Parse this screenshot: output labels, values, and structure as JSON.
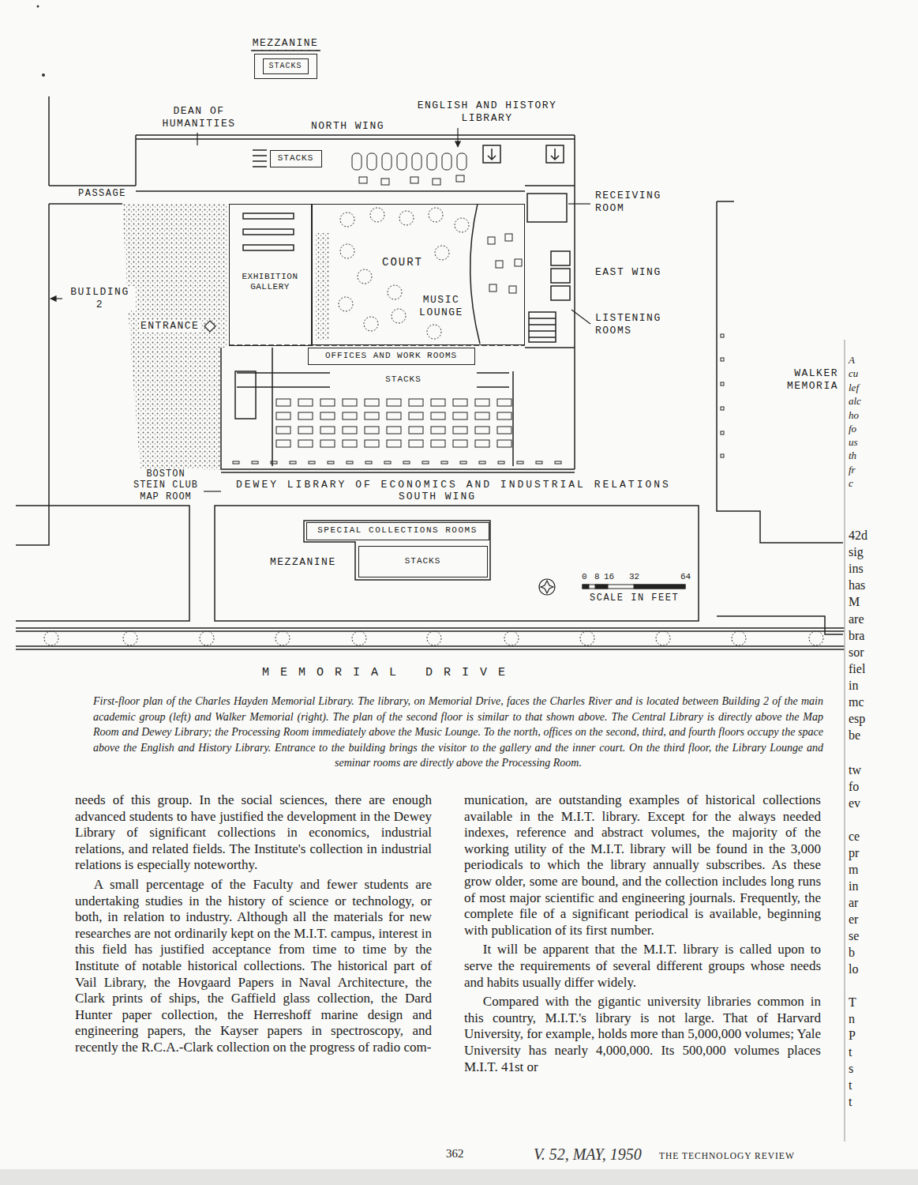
{
  "diagram": {
    "caption": "First-floor plan of the Charles Hayden Memorial Library. The library, on Memorial Drive, faces the Charles River and is located between Building 2 of the main academic group (left) and Walker Memorial (right). The plan of the second floor is similar to that shown above. The Central Library is directly above the Map Room and Dewey Library; the Processing Room immediately above the Music Lounge. To the north, offices on the second, third, and fourth floors occupy the space above the English and History Library. Entrance to the building brings the visitor to the gallery and the inner court. On the third floor, the Library Lounge and seminar rooms are directly above the Processing Room.",
    "nodes": [
      {
        "text": [
          "MEZZANINE"
        ]
      },
      {
        "text": [
          "STACKS"
        ],
        "in": 0
      },
      {
        "text": [
          "STACKS"
        ]
      },
      {
        "text": [
          "EXHIBITION GALLERY"
        ]
      },
      {
        "text": [
          "COURT"
        ]
      },
      {
        "text": [
          "OFFICES AND WORK ROOMS"
        ]
      },
      {
        "text": [
          "STACKS"
        ]
      },
      {
        "text": [
          "MEZZANINE"
        ]
      },
      {
        "text": [
          "SPECIAL COLLECTIONS ROOMS"
        ],
        "in": 7
      },
      {
        "text": [
          "STACKS"
        ],
        "in": 7
      },
      {
        "text": [
          "WALKER MEMORIA"
        ]
      }
    ],
    "labels": [
      "DEAN OF HUMANITIES",
      "NORTH WING",
      "ENGLISH AND HISTORY LIBRARY",
      "PASSAGE",
      "RECEIVING ROOM",
      "EAST WING",
      "BUILDING 2",
      "ENTRANCE",
      "MUSIC LOUNGE",
      "LISTENING ROOMS",
      "BOSTON STEIN CLUB MAP ROOM",
      "DEWEY LIBRARY OF ECONOMICS AND INDUSTRIAL RELATIONS",
      "SOUTH WING",
      "0",
      "8",
      "16",
      "32",
      "64",
      "SCALE IN FEET",
      "MEMORIAL DRIVE",
      "needs of this group. In the social sciences, there are enough advanced students to have justified the development in the Dewey Library of significant collections in economics, industrial relations, and related fields. The Institute's collection in industrial relations is especially noteworthy.",
      "A small percentage of the Faculty and fewer students are undertaking studies in the history of science or technology, or both, in relation to industry. Although all the materials for new researches are not ordinarily kept on the M.I.T. campus, interest in this field has justified acceptance from time to time by the Institute of notable historical collections. The historical part of Vail Library, the Hovgaard Papers in Naval Architecture, the Clark prints of ships, the Gaffield glass collection, the Dard Hunter paper collection, the Herreshoff marine design and engineering papers, the Kayser papers in spectroscopy, and recently the R.C.A.-Clark collection on the progress of radio com-",
      "munication, are outstanding examples of historical collections available in the M.I.T. library. Except for the always needed indexes, reference and abstract volumes, the majority of the working utility of the M.I.T. library will be found in the 3,000 periodicals to which the library annually subscribes. As these grow older, some are bound, and the collection includes long runs of most major scientific and engineering journals. Frequently, the complete file of a significant periodical is available, beginning with publication of its first number.",
      "It will be apparent that the M.I.T. library is called upon to serve the requirements of several different groups whose needs and habits usually differ widely.",
      "Compared with the gigantic university libraries common in this country, M.I.T.'s library is not large. That of Harvard University, for example, holds more than 5,000,000 volumes; Yale University has nearly 4,000,000. Its 500,000 volumes places M.I.T. 41st or",
      "362",
      "V. 52, MAY, 1950",
      "THE TECHNOLOGY REVIEW",
      "A",
      "cu",
      "lef",
      "alc",
      "ho",
      "fo",
      "us",
      "th",
      "fr",
      "c",
      "42d",
      "sig",
      "ins",
      "has",
      "M",
      "are",
      "bra",
      "sor",
      "fiel",
      "in",
      "mc",
      "esp",
      "be",
      "tw",
      "fo",
      "ev",
      "ce",
      "pr",
      "m",
      "in",
      "ar",
      "er",
      "se",
      "b",
      "lo",
      "T",
      "n",
      "P",
      "t",
      "s",
      "t",
      "t"
    ]
  }
}
